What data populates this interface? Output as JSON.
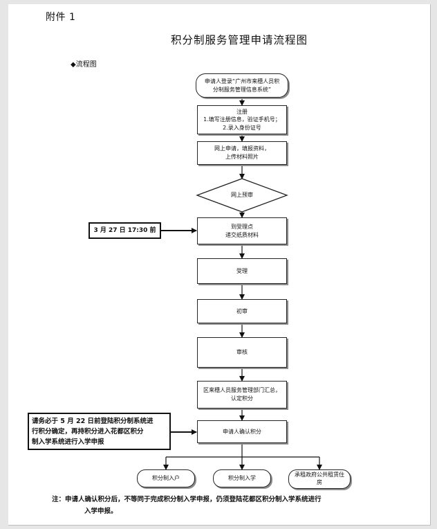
{
  "header": {
    "attachment": "附件 1",
    "title": "积分制服务管理申请流程图",
    "section": "◆流程图"
  },
  "flow": {
    "login": [
      "申请人登录“广州市来穗人员积",
      "分制服务管理信息系统”"
    ],
    "register": [
      "注册",
      "1.填写注册信息，验证手机号；",
      "2.录入身份证号"
    ],
    "apply": [
      "网上申请，填报资料，",
      "上传材料照片"
    ],
    "precheck": "网上预审",
    "submit": [
      "到受理点",
      "递交纸质材料"
    ],
    "accept": "受理",
    "first_review": "初审",
    "review": "审核",
    "summary": [
      "区来穗人员服务管理部门汇总，",
      "认定积分"
    ],
    "confirm": "申请人确认积分",
    "outcomes": [
      "积分制入户",
      "积分制入学",
      "承租政府公共租赁住房"
    ]
  },
  "callouts": {
    "deadline": "3 月 27 日 17:30 前",
    "reminder": [
      "请务必于 5 月 22 日前登陆积分制系统进",
      "行积分确定，再持积分进入花都区积分",
      "制入学系统进行入学申报"
    ]
  },
  "note": [
    "注：申请人确认积分后，不等同于完成积分制入学申报，仍须登陆花都区积分制入学系统进行",
    "入学申报。"
  ]
}
